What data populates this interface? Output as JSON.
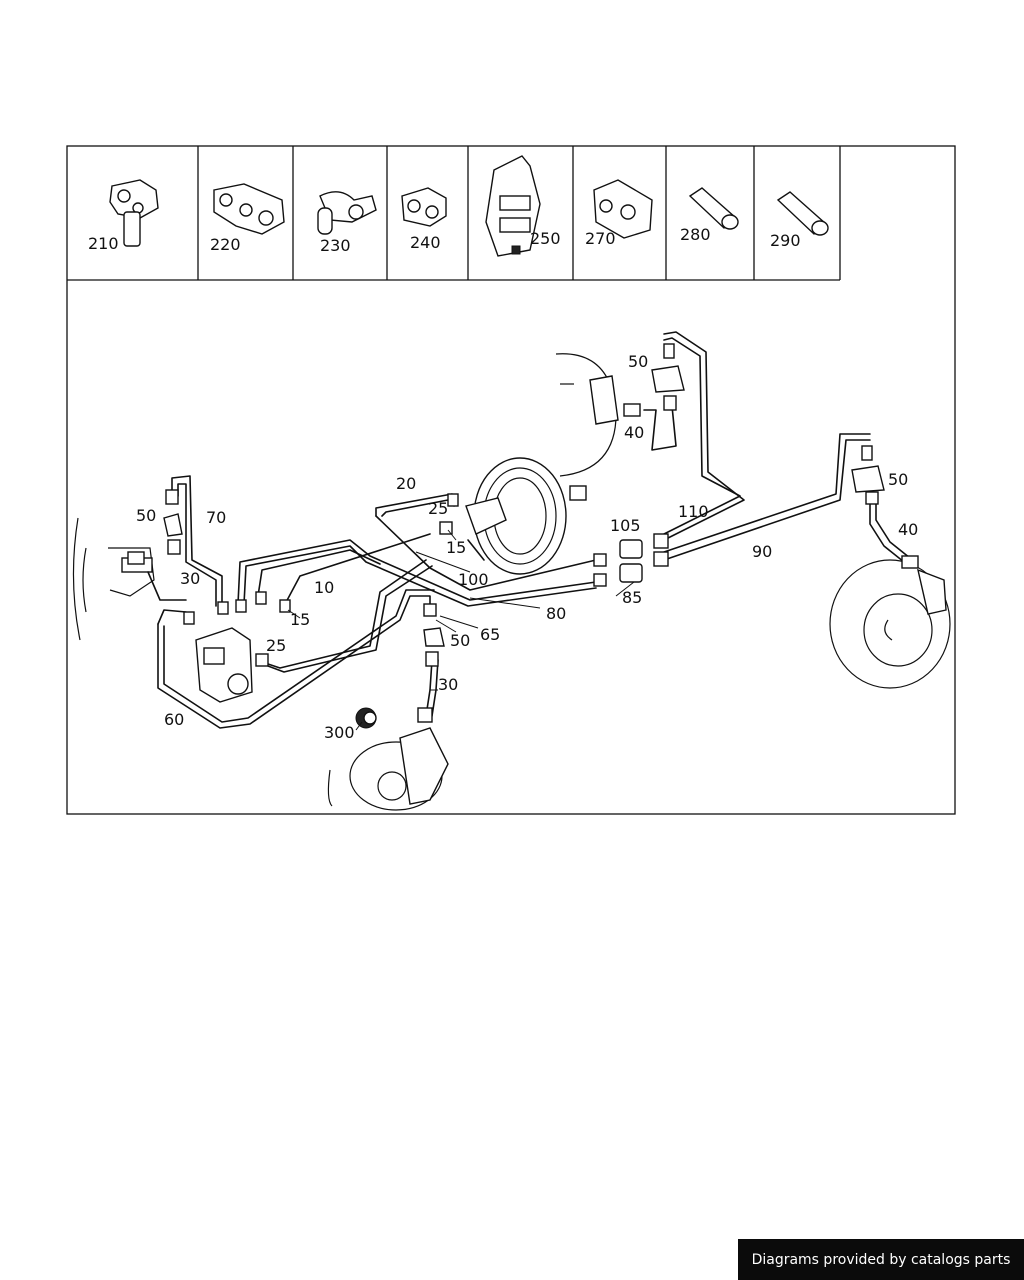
{
  "header_parts": [
    {
      "label": "210"
    },
    {
      "label": "220"
    },
    {
      "label": "230"
    },
    {
      "label": "240"
    },
    {
      "label": "250"
    },
    {
      "label": "270"
    },
    {
      "label": "280"
    },
    {
      "label": "290"
    }
  ],
  "callouts": [
    "50",
    "70",
    "30",
    "10",
    "15",
    "25",
    "20",
    "25",
    "15",
    "100",
    "80",
    "85",
    "105",
    "110",
    "90",
    "50",
    "40",
    "50",
    "40",
    "60",
    "65",
    "50",
    "30",
    "300"
  ],
  "footer": {
    "credit": "Diagrams provided by catalogs parts"
  },
  "colors": {
    "line": "#111111",
    "badge_bg": "#0b0b0b",
    "badge_text": "#ffffff"
  }
}
